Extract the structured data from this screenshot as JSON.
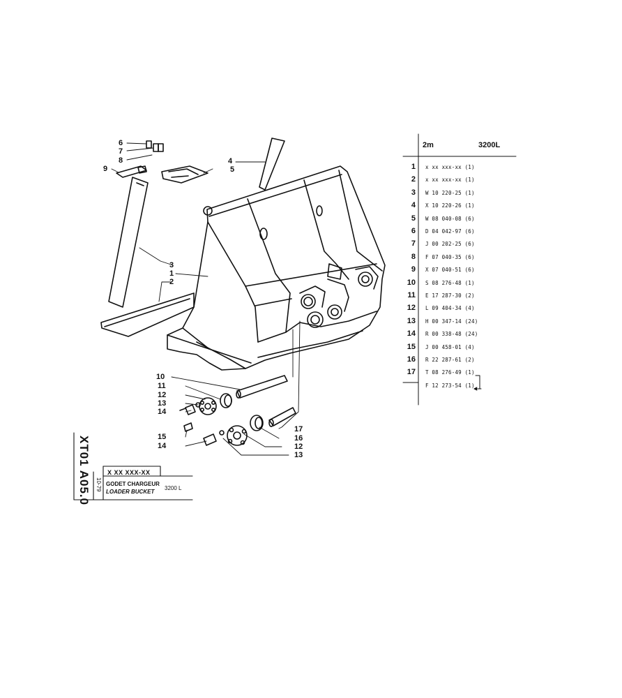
{
  "callouts_left": [
    "6",
    "7",
    "8",
    "9",
    "1",
    "2",
    "3"
  ],
  "callouts_right_top": [
    "4",
    "5"
  ],
  "callouts_lower_left": [
    "10",
    "11",
    "12",
    "13",
    "14",
    "15",
    "14"
  ],
  "callouts_lower_right": [
    "17",
    "16",
    "12",
    "13"
  ],
  "parts_table": {
    "header_qty": "2m",
    "header_model": "3200L",
    "rows": [
      {
        "num": "1",
        "code": "x xx xxx-xx (1)"
      },
      {
        "num": "2",
        "code": "x xx xxx-xx (1)"
      },
      {
        "num": "3",
        "code": "W 10 220-25 (1)"
      },
      {
        "num": "4",
        "code": "X 10 220-26 (1)"
      },
      {
        "num": "5",
        "code": "W 08 040-08 (6)"
      },
      {
        "num": "6",
        "code": "D 04 042-97 (6)"
      },
      {
        "num": "7",
        "code": "J 00 202-25 (6)"
      },
      {
        "num": "8",
        "code": "F 07 040-35 (6)"
      },
      {
        "num": "9",
        "code": "X 07 040-51 (6)"
      },
      {
        "num": "10",
        "code": "S 08 276-48 (1)"
      },
      {
        "num": "11",
        "code": "E 17 287-30 (2)"
      },
      {
        "num": "12",
        "code": "L 09 404-34 (4)"
      },
      {
        "num": "13",
        "code": "H 00 347-14 (24)"
      },
      {
        "num": "14",
        "code": "R 00 338-48 (24)"
      },
      {
        "num": "15",
        "code": "J 00 458-01 (4)"
      },
      {
        "num": "16",
        "code": "R 22 287-61 (2)"
      },
      {
        "num": "17",
        "code": "T 08 276-49 (1)"
      },
      {
        "num": "",
        "code": "F 12 273-54 (1)"
      }
    ]
  },
  "title_block": {
    "ref_vertical": "XT01 A05.0",
    "date_vertical": "10-79",
    "part_number": "X XX XXX-XX",
    "title_fr": "GODET CHARGEUR",
    "title_en": "LOADER BUCKET",
    "model": "3200 L"
  }
}
